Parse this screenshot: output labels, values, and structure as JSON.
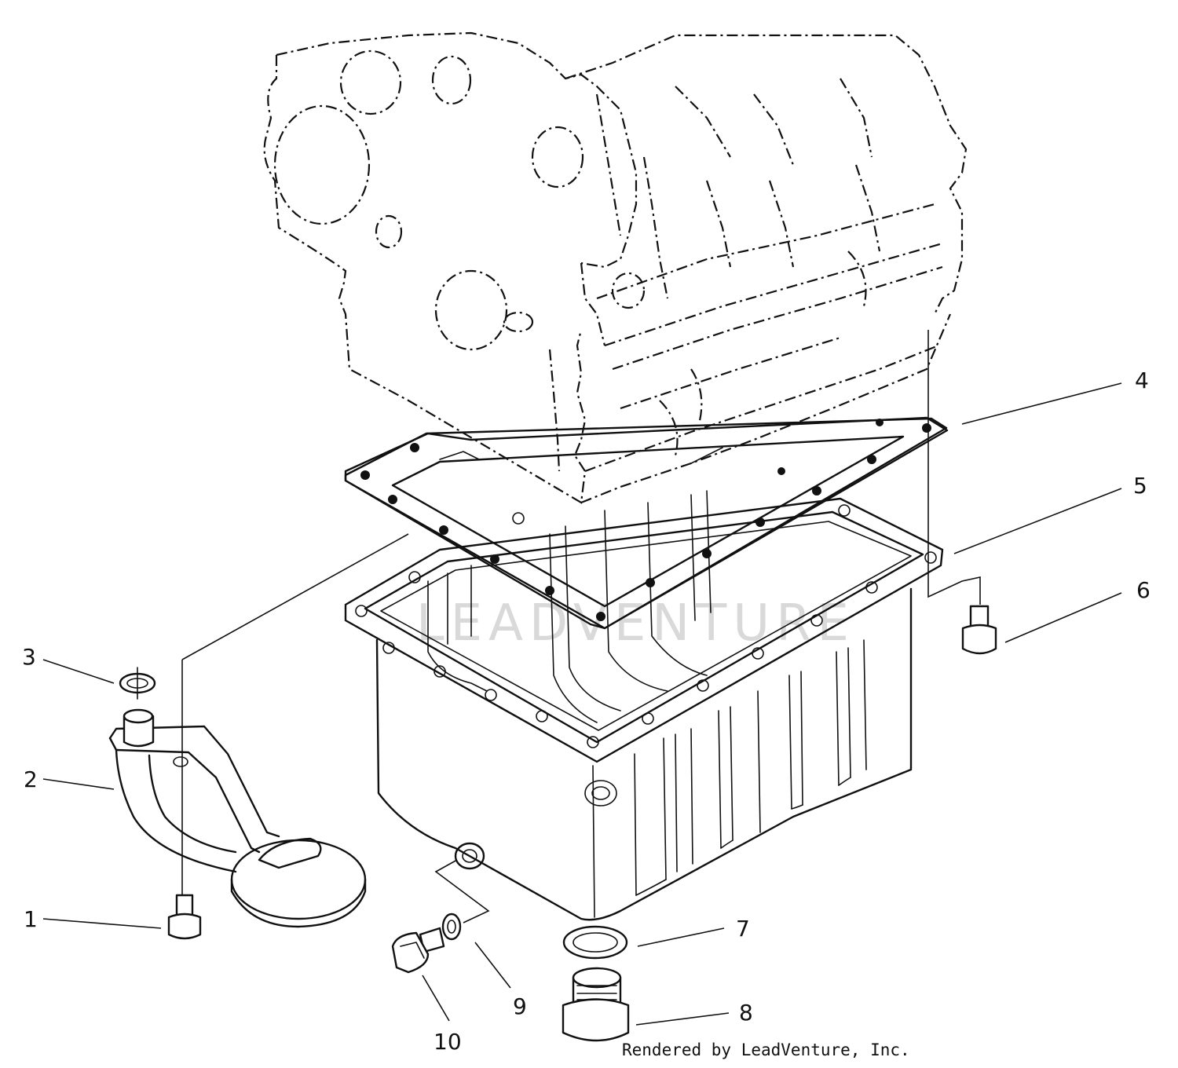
{
  "callouts": [
    "1",
    "2",
    "3",
    "4",
    "5",
    "6",
    "7",
    "8",
    "9",
    "10"
  ],
  "watermark": "LEADVENTURE",
  "credit": "Rendered by LeadVenture, Inc."
}
